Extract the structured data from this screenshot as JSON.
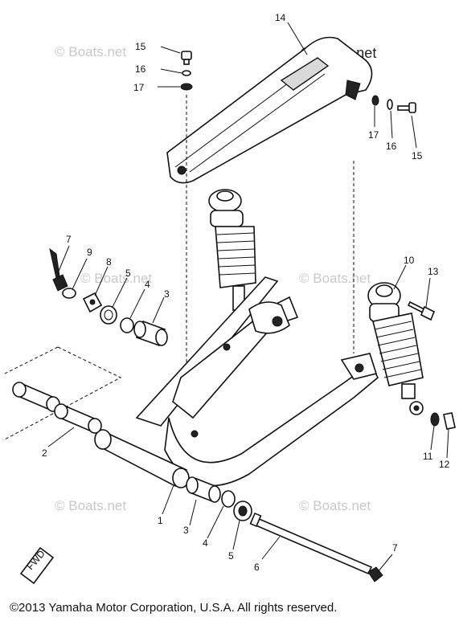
{
  "watermark": {
    "main": "© Boats.net",
    "faint": "© Boats.net"
  },
  "callouts": {
    "c1": "1",
    "c2": "2",
    "c3a": "3",
    "c3b": "3",
    "c4a": "4",
    "c4b": "4",
    "c5a": "5",
    "c5b": "5",
    "c6": "6",
    "c7a": "7",
    "c7b": "7",
    "c8": "8",
    "c9": "9",
    "c10": "10",
    "c11": "11",
    "c12": "12",
    "c13": "13",
    "c14": "14",
    "c15a": "15",
    "c15b": "15",
    "c16a": "16",
    "c16b": "16",
    "c17a": "17",
    "c17b": "17"
  },
  "fwd_label": "FWD",
  "copyright": "©2013 Yamaha Motor Corporation, U.S.A. All rights reserved."
}
